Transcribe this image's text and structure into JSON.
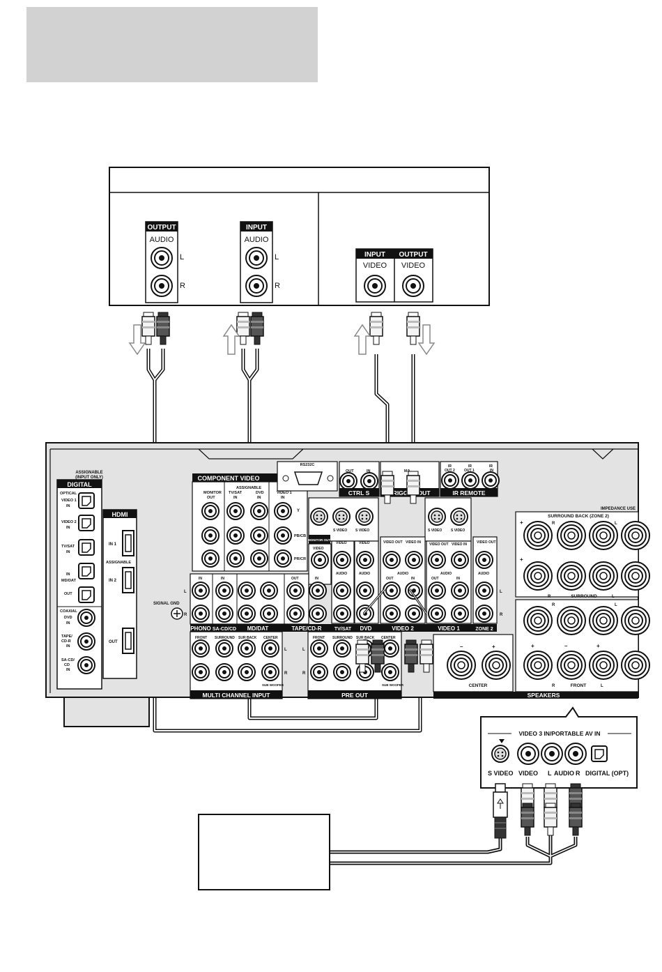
{
  "device_top": {
    "output_audio": {
      "header": "OUTPUT",
      "label": "AUDIO",
      "left": "L",
      "right": "R"
    },
    "input_audio": {
      "header": "INPUT",
      "label": "AUDIO",
      "left": "L",
      "right": "R"
    },
    "input_video": {
      "header": "INPUT",
      "label": "VIDEO"
    },
    "output_video": {
      "header": "OUTPUT",
      "label": "VIDEO"
    }
  },
  "receiver": {
    "digital": {
      "title": "DIGITAL",
      "assignable": "ASSIGNABLE",
      "assignable_note": "(INPUT ONLY)",
      "optical": "OPTICAL",
      "ports": [
        "VIDEO 1",
        "IN",
        "VIDEO 2",
        "IN",
        "TV/SAT",
        "IN",
        "IN",
        "MD/DAT",
        "OUT"
      ],
      "coaxial": "COAXIAL",
      "coax_ports": [
        "DVD",
        "IN",
        "TAPE/",
        "CD-R",
        "IN",
        "SA-CD/",
        "CD",
        "IN"
      ]
    },
    "hdmi": {
      "title": "HDMI",
      "in1": "IN 1",
      "assignable": "ASSIGNABLE",
      "in2": "IN 2",
      "out": "OUT"
    },
    "component_video": {
      "title": "COMPONENT VIDEO",
      "assignable": "ASSIGNABLE",
      "columns": [
        "MONITOR",
        "OUT",
        "TV/SAT",
        "IN",
        "DVD",
        "IN",
        "VIDEO 1",
        "IN"
      ],
      "rows": [
        "Y",
        "PB/CB",
        "PR/CR"
      ]
    },
    "rs232c": "RS232C",
    "ctrl_s": {
      "title": "CTRL S",
      "out": "OUT",
      "in": "IN"
    },
    "trigger_out": "TRIGGER OUT",
    "multi_out": "MA",
    "ir_remote": {
      "title": "IR REMOTE",
      "ports": [
        "IR",
        "OUT 2",
        "IR",
        "OUT 1",
        "IR",
        "IN"
      ]
    },
    "video_labels": {
      "s_video": "S VIDEO",
      "in": "IN",
      "out": "OUT",
      "monitor_out": "MONITOR OUT",
      "video": "VIDEO",
      "audio": "AUDIO",
      "video_out": "VIDEO OUT",
      "video_in": "VIDEO IN",
      "l": "L",
      "r": "R"
    },
    "signal_gnd": "SIGNAL GND",
    "bottom_sections": [
      "PHONO",
      "SA-CD/CD",
      "MD/DAT",
      "TAPE/CD-R",
      "TV/SAT",
      "DVD",
      "VIDEO 2",
      "VIDEO 1",
      "ZONE 2"
    ],
    "multi_channel": {
      "title": "MULTI CHANNEL INPUT",
      "cols": [
        "FRONT",
        "SURROUND",
        "SUR BACK",
        "CENTER"
      ],
      "sub": "SUB WOOFER"
    },
    "pre_out": {
      "title": "PRE OUT",
      "cols": [
        "FRONT",
        "SURROUND",
        "SUR BACK",
        "CENTER"
      ],
      "sub": "SUB WOOFER"
    },
    "speakers": {
      "title": "SPEAKERS",
      "impedance": "IMPEDANCE USE",
      "surround_back": "SURROUND BACK (ZONE 2)",
      "surround": "SURROUND",
      "center": "CENTER",
      "front": "FRONT",
      "r": "R",
      "l": "L",
      "plus": "+",
      "minus": "–"
    }
  },
  "front_panel": {
    "title": "VIDEO 3 IN/PORTABLE AV IN",
    "labels": [
      "S VIDEO",
      "VIDEO",
      "L",
      "AUDIO",
      "R",
      "DIGITAL (OPT)"
    ]
  },
  "colors": {
    "panel_fill": "#d2d2d2",
    "receiver_fill": "#e3e3e3",
    "line": "#111111",
    "label_bg": "#111111"
  }
}
